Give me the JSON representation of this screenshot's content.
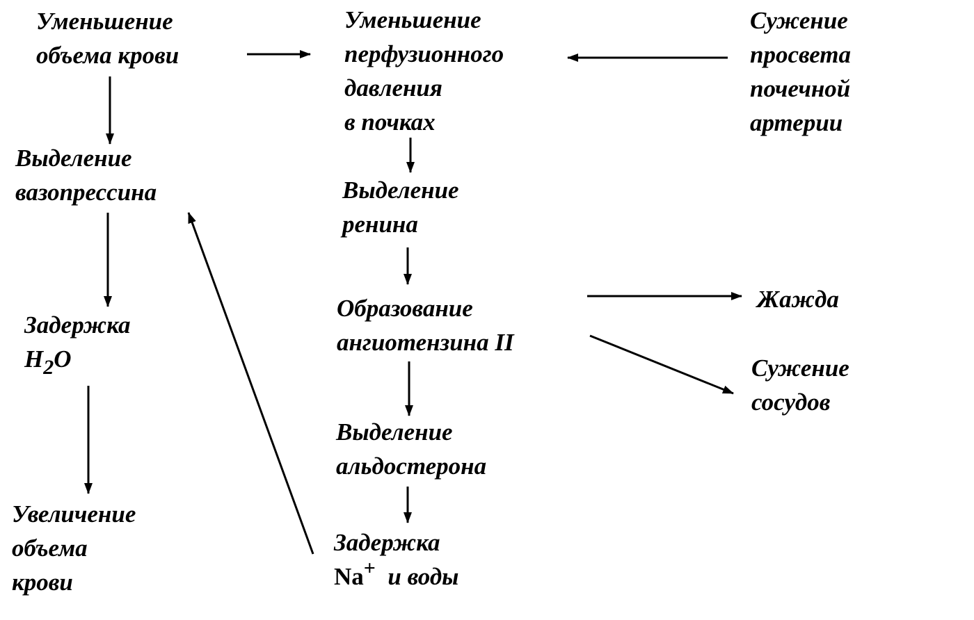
{
  "nodes": {
    "blood_volume_decrease": [
      "Уменьшение",
      "объема крови"
    ],
    "perfusion_decrease": [
      "Уменьшение",
      "перфузионного",
      "давления",
      "в почках"
    ],
    "renal_artery_narrowing": [
      "Сужение",
      "просвета",
      "почечной",
      "артерии"
    ],
    "vasopressin_release": [
      "Выделение",
      "вазопрессина"
    ],
    "renin_release": [
      "Выделение",
      "ренина"
    ],
    "angiotensin_formation": [
      "Образование",
      "ангиотензина II"
    ],
    "thirst": [
      "Жажда"
    ],
    "vasoconstriction": [
      "Сужение",
      "сосудов"
    ],
    "water_retention": {
      "line1": "Задержка",
      "formula_base": "H",
      "formula_sub": "2",
      "formula_tail": "O"
    },
    "aldosterone_release": [
      "Выделение",
      "альдостерона"
    ],
    "blood_volume_increase": [
      "Увеличение",
      "объема",
      "крови"
    ],
    "sodium_retention": {
      "line1": "Задержка",
      "ion": "Na",
      "ion_sup": "+",
      "line2_tail": "  и воды"
    }
  }
}
